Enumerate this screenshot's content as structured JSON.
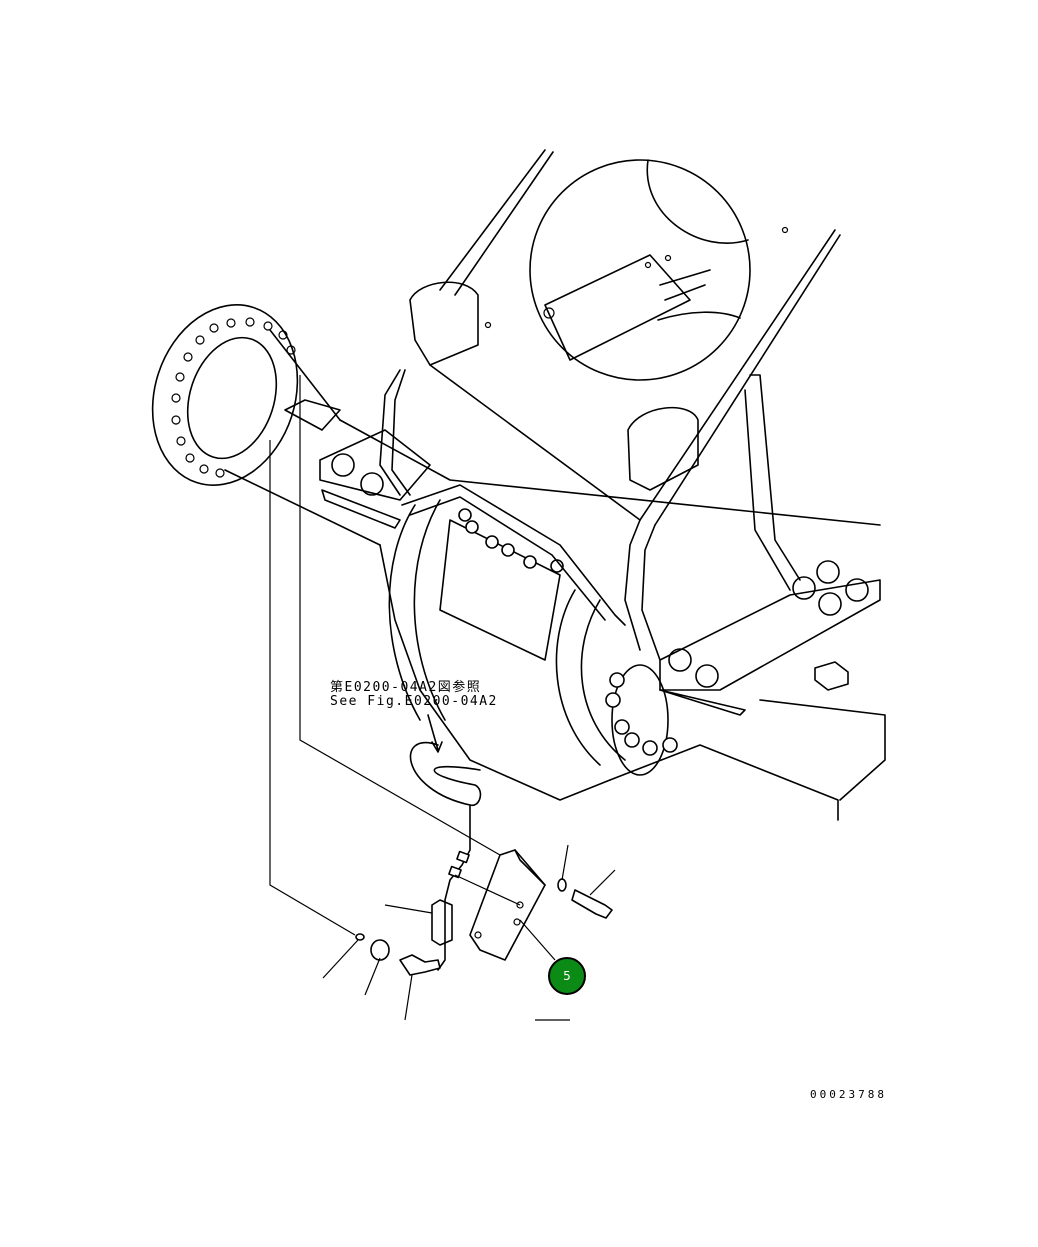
{
  "reference": {
    "jp": "第E0200-04A2図参照",
    "en": "See Fig.E0200-04A2"
  },
  "callouts": [
    {
      "label": "5",
      "interactable": true
    }
  ],
  "document_number": "00023788",
  "colors": {
    "line": "#000000",
    "callout_fill": "#0b8a16",
    "background": "#ffffff"
  }
}
